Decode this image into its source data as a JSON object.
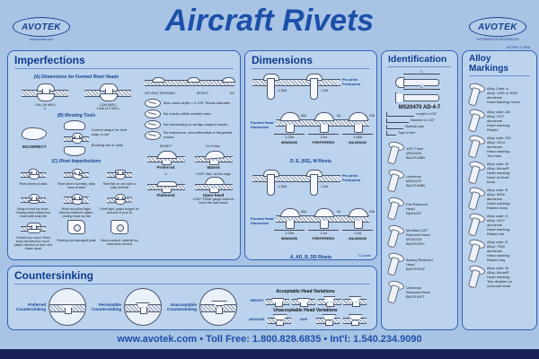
{
  "colors": {
    "background": "#a9c3e5",
    "panel": "#bcd3ee",
    "panel_border": "#2f62b5",
    "heading": "#0f3c8e",
    "title": "#1b50a8",
    "footer_bar": "#1a2158"
  },
  "header": {
    "title": "Aircraft Rivets",
    "logo_text": "AVOTEK",
    "logo_sub_left": "www.avotek.com",
    "logo_sub_right": "INFORMATION RESOURCES",
    "copyright_note": "AVOTEK © 2005"
  },
  "imperfections": {
    "title": "Imperfections",
    "a_title": "(A) Dimensions for Formed Rivet Heads",
    "a_left_dim_height": "1.5d (.5d MIN.)",
    "a_left_dim_width": "d",
    "a_right_dim_width": "1.33d (MIN.)",
    "a_right_dim_width2": "1.65d (0.3 MIN.)",
    "b_title": "(B) Riveting Tools",
    "b_incorrect": "INCORRECT",
    "b_correct": "Correct shape for rivet snap or set",
    "b_bucking": "Bucking bar or dolly",
    "c_title": "(C) Rivet Imperfections",
    "c_items": [
      {
        "caption": "Rivet driven at slant"
      },
      {
        "caption": "Rivet driven correctly, dolly head at slant"
      },
      {
        "caption": "Rivet flat on one side or dolly held flat"
      },
      {
        "caption": "Body of rivet too short. Closing head shaped too much with snap die"
      },
      {
        "caption": "Rivet not pulled tight, clinches between plates, closing head too flat"
      },
      {
        "caption": "Rivet tight, plates bulged on account of poor fit"
      },
      {
        "caption": "Riveted too much. Rivet body clinched too much, plates clinched at rivet, and driven apart"
      },
      {
        "caption": "Riveting tool damaged plate"
      },
      {
        "caption": "Head cracked, material too hard when formed"
      }
    ],
    "strip_label_no_hole": "NO HOLE SHOWING",
    "strip_label_height": "HEIGHT",
    "strip_label_hd": "HD",
    "crack_rules": [
      {
        "text": "Max crack depth = 0.125\" Shank diameter"
      },
      {
        "text": "No cracks within shaded area"
      },
      {
        "text": "No intersecting or wedge-shaped cracks"
      },
      {
        "text": "No transverse, circumferential or tangential cracks"
      }
    ],
    "head_conditions": [
      {
        "name": "Preferred",
        "note": "HEIGHT"
      },
      {
        "name": "Waved",
        "note": "1/4 H Max."
      },
      {
        "name": "Flattened",
        "note": "d"
      },
      {
        "name": "Open-head",
        "note": "0.002\" Max. at rivet edge"
      }
    ],
    "open_head_note2": "0.002\" Feeler gauge shall not touch the rivet shank"
  },
  "dimensions": {
    "title": "Dimensions",
    "pre_drive_label": "Pre-drive Protrusion",
    "formed_head_label": "Formed Head Dimension",
    "groups": [
      {
        "caption": "D, E, (KE), M Rivets",
        "pre1": "1.33d",
        "pre2": "1.5d",
        "heads": [
          {
            "w": "1.25d",
            "h": ".66d",
            "name": "MINIMUM"
          },
          {
            "w": "1.5d",
            "h": ".5d",
            "name": "PREFERRED"
          },
          {
            "w": "1.66d",
            "h": ".33d",
            "name": "MAXIMUM"
          }
        ]
      },
      {
        "caption": "A, AD, B, DD Rivets",
        "pre1": "1.25d",
        "pre2": "1.5d",
        "heads": [
          {
            "w": "1.25d",
            "h": ".66d",
            "name": "MINIMUM"
          },
          {
            "w": "1.4d",
            "h": ".5d",
            "name": "PREFERRED"
          },
          {
            "w": "1.5d",
            "h": ".33d",
            "name": "MAXIMUM"
          }
        ]
      }
    ],
    "copyright": "© Avotek"
  },
  "identification": {
    "title": "Identification",
    "length_label": "L",
    "part_number": "MS20470 AD-4-7",
    "callouts": [
      {
        "text": "Length in 1/16\""
      },
      {
        "text": "Diameter in 1/32\""
      },
      {
        "text": "Material code"
      },
      {
        "text": "Type of rivet"
      }
    ],
    "items": [
      {
        "label": "100° Flush\nMS20426\nBACR15BB"
      },
      {
        "label": "Universal\nMS20470\nBACR15BB"
      },
      {
        "label": "Flat Reduced\nHead\nNAS1097"
      },
      {
        "label": "Modified 120°\nReduced Head\nMS14218\nBACR15FV"
      },
      {
        "label": "Boeing Reduced\nHead\nBACR15CE"
      },
      {
        "label": "Universal\nReduced Head\nBACR15FT"
      }
    ]
  },
  "alloy": {
    "title": "Alloy Markings",
    "items": [
      {
        "label": "Alloy Code: A\nAlloy: 1100 or 3003\naluminum\nHead Marking: None"
      },
      {
        "label": "Alloy code: AD\nAlloy: 2117\naluminum\nHead marking:\nDimple"
      },
      {
        "label": "Alloy code: DD\nAlloy: 2024\naluminum\nHead marking:\nTwo bars"
      },
      {
        "label": "Alloy code: M\nAlloy: Monel®\nHead marking:\nNone on flush\nhead"
      },
      {
        "label": "Alloy code: B\nAlloy: 5056\naluminum\nHead marking:\nRaised cross"
      },
      {
        "label": "Alloy code: D\nAlloy: 2017\naluminum\nHead marking:\nRaised dot"
      },
      {
        "label": "Alloy code: E\nAlloy: 7050\naluminum\nHead marking:\nRaised ring"
      },
      {
        "label": "Alloy code: M\nAlloy: Monel®\nHead marking:\nTwo dimples on\nuniversal head"
      }
    ]
  },
  "countersinking": {
    "title": "Countersinking",
    "circles": [
      {
        "label": "Preferred Countersinking"
      },
      {
        "label": "Permissible Countersinking"
      },
      {
        "label": "Unacceptable Countersinking"
      }
    ],
    "acceptable_title": "Acceptable Head Variations",
    "unacceptable_title": "Unacceptable Head Variations",
    "height_label": "HEIGHT",
    "gap_label": "GAP",
    "ms_label": "MS20426"
  },
  "footer": {
    "text": "www.avotek.com • Toll Free: 1.800.828.6835 • Int'l: 1.540.234.9090"
  }
}
